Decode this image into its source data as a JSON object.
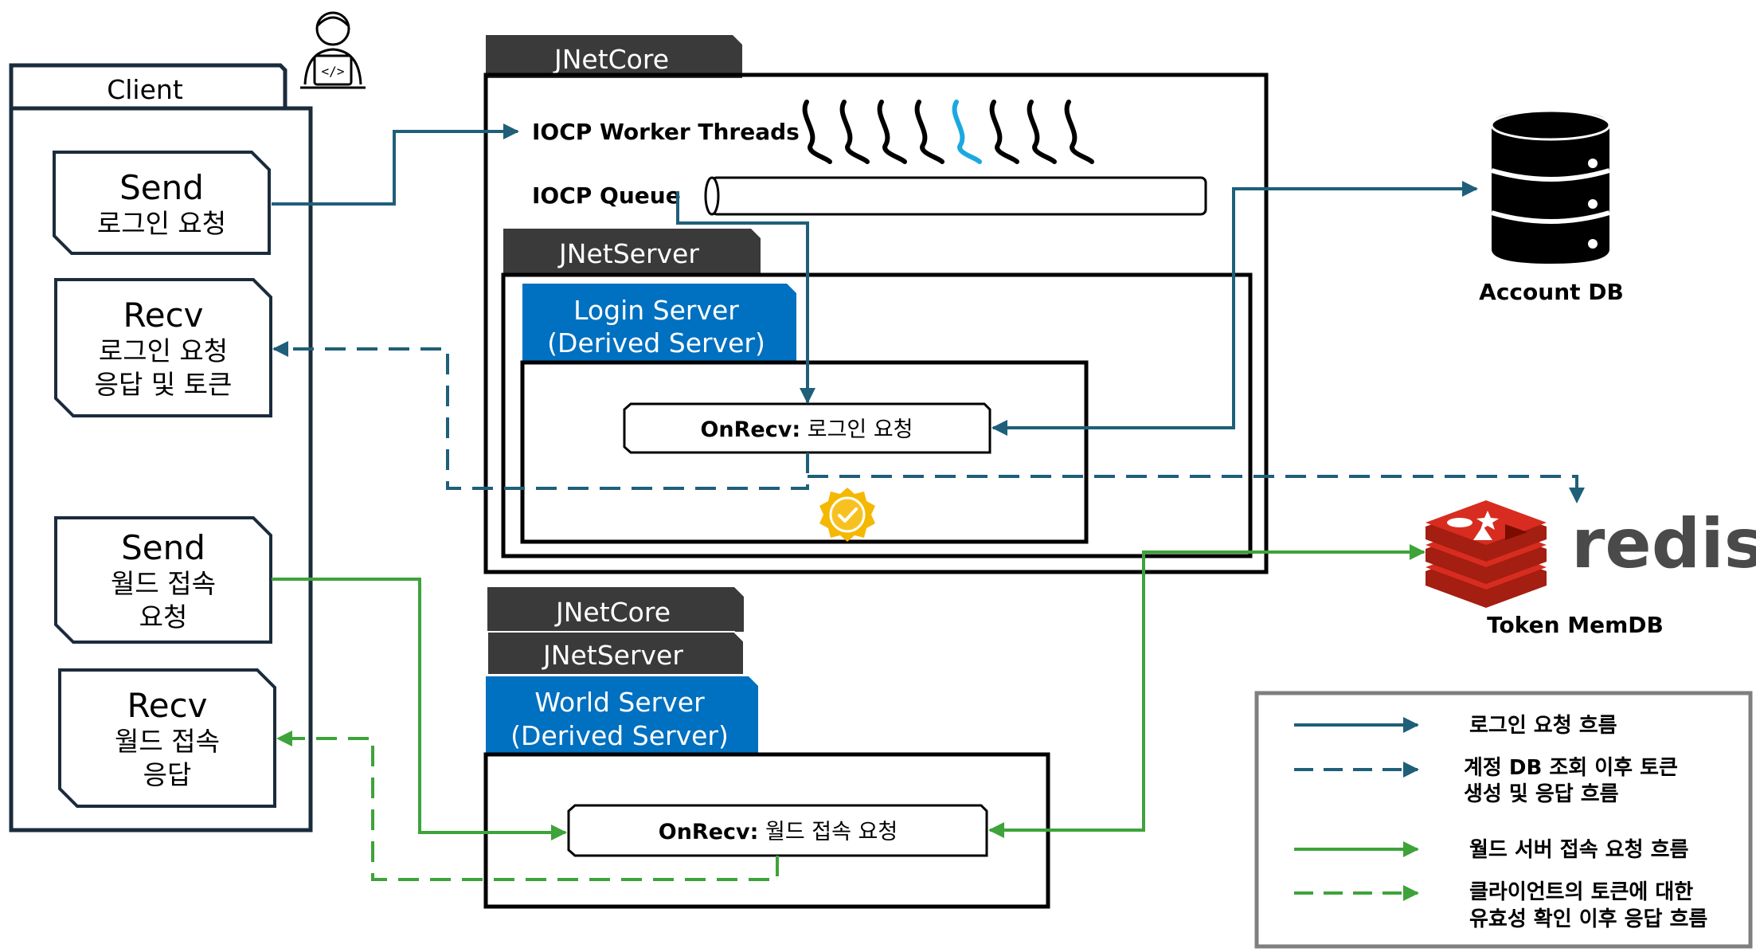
{
  "client": {
    "title": "Client",
    "boxes": [
      {
        "title": "Send",
        "lines": [
          "로그인 요청"
        ]
      },
      {
        "title": "Recv",
        "lines": [
          "로그인 요청",
          "응답 및 토큰"
        ]
      },
      {
        "title": "Send",
        "lines": [
          "월드 접속",
          "요청"
        ]
      },
      {
        "title": "Recv",
        "lines": [
          "월드 접속",
          "응답"
        ]
      }
    ]
  },
  "login_core": {
    "core_tab": "JNetCore",
    "worker_label": "IOCP Worker Threads",
    "queue_label": "IOCP Queue",
    "server_tab": "JNetServer",
    "derived_tab": [
      "Login Server",
      "(Derived Server)"
    ],
    "onrecv_bold": "OnRecv:",
    "onrecv_text": " 로그인 요청"
  },
  "world_core": {
    "core_tab": "JNetCore",
    "server_tab": "JNetServer",
    "derived_tab": [
      "World Server",
      "(Derived Server)"
    ],
    "onrecv_bold": "OnRecv:",
    "onrecv_text": " 월드 접속 요청"
  },
  "account_db": {
    "label": "Account DB"
  },
  "redis": {
    "logo_text": "redis",
    "label": "Token MemDB"
  },
  "legend": {
    "items": [
      {
        "style": "solid",
        "color": "#1f5f7a",
        "lines": [
          "로그인 요청 흐름"
        ]
      },
      {
        "style": "dashed",
        "color": "#1f5f7a",
        "lines": [
          "계정 DB 조회 이후 토큰",
          "생성 및 응답 흐름"
        ]
      },
      {
        "style": "solid",
        "color": "#3ea33a",
        "lines": [
          "월드 서버 접속 요청 흐름"
        ]
      },
      {
        "style": "dashed",
        "color": "#3ea33a",
        "lines": [
          "클라이언트의 토큰에 대한",
          "유효성 확인 이후 응답 흐름"
        ]
      }
    ]
  },
  "colors": {
    "blue_flow": "#1f5f7a",
    "green_flow": "#3ea33a",
    "tab_dark": "#3a3a3a",
    "tab_blue": "#0070c0",
    "thread_highlight": "#1ba8e0",
    "redis_red": "#d82c20"
  },
  "icons": [
    "developer-icon",
    "database-icon",
    "verified-badge-icon",
    "redis-logo-icon"
  ]
}
